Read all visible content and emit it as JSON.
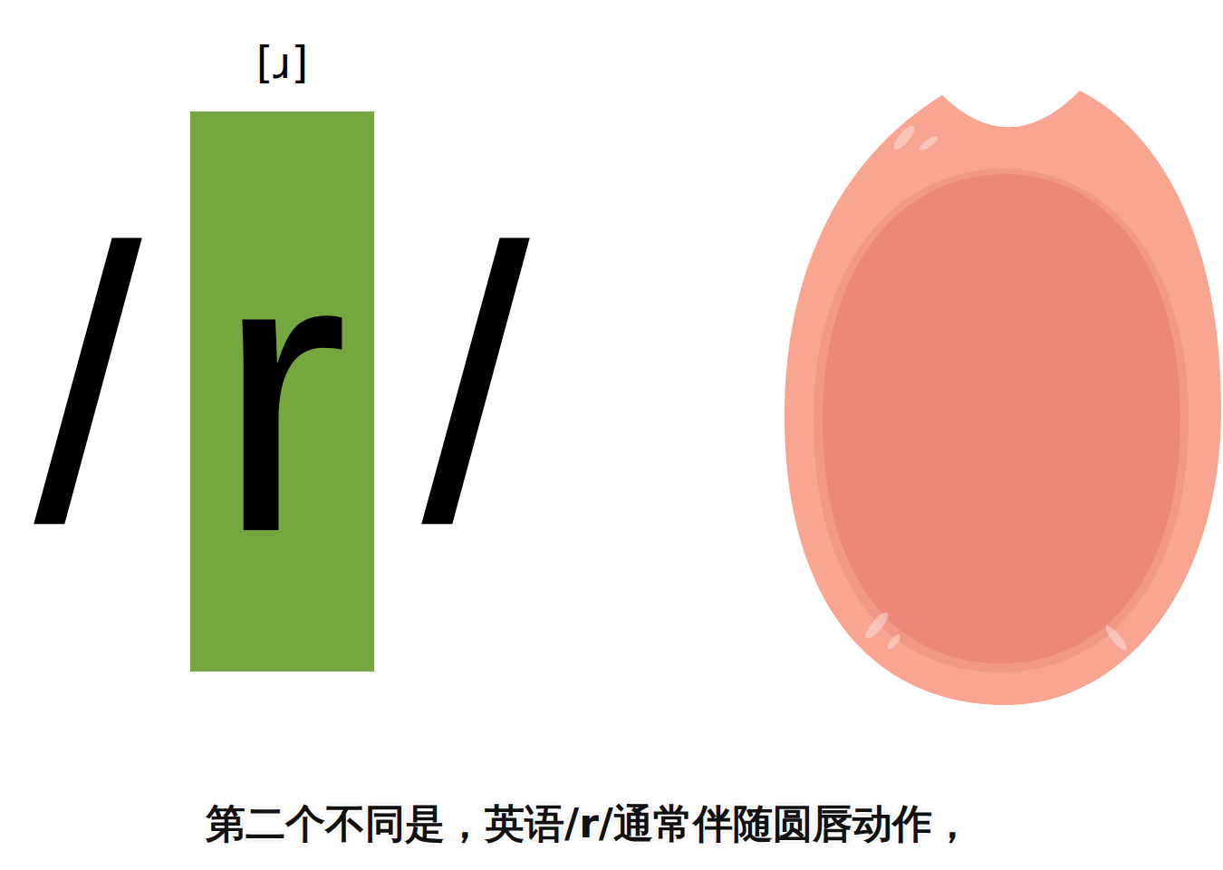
{
  "diagram": {
    "caption": "第二个不同是，英语/r/通常伴随圆唇动作，",
    "nodes": [
      {
        "text": [
          "[ɹ]",
          "r"
        ]
      }
    ],
    "labels": [
      "/",
      "/"
    ]
  }
}
